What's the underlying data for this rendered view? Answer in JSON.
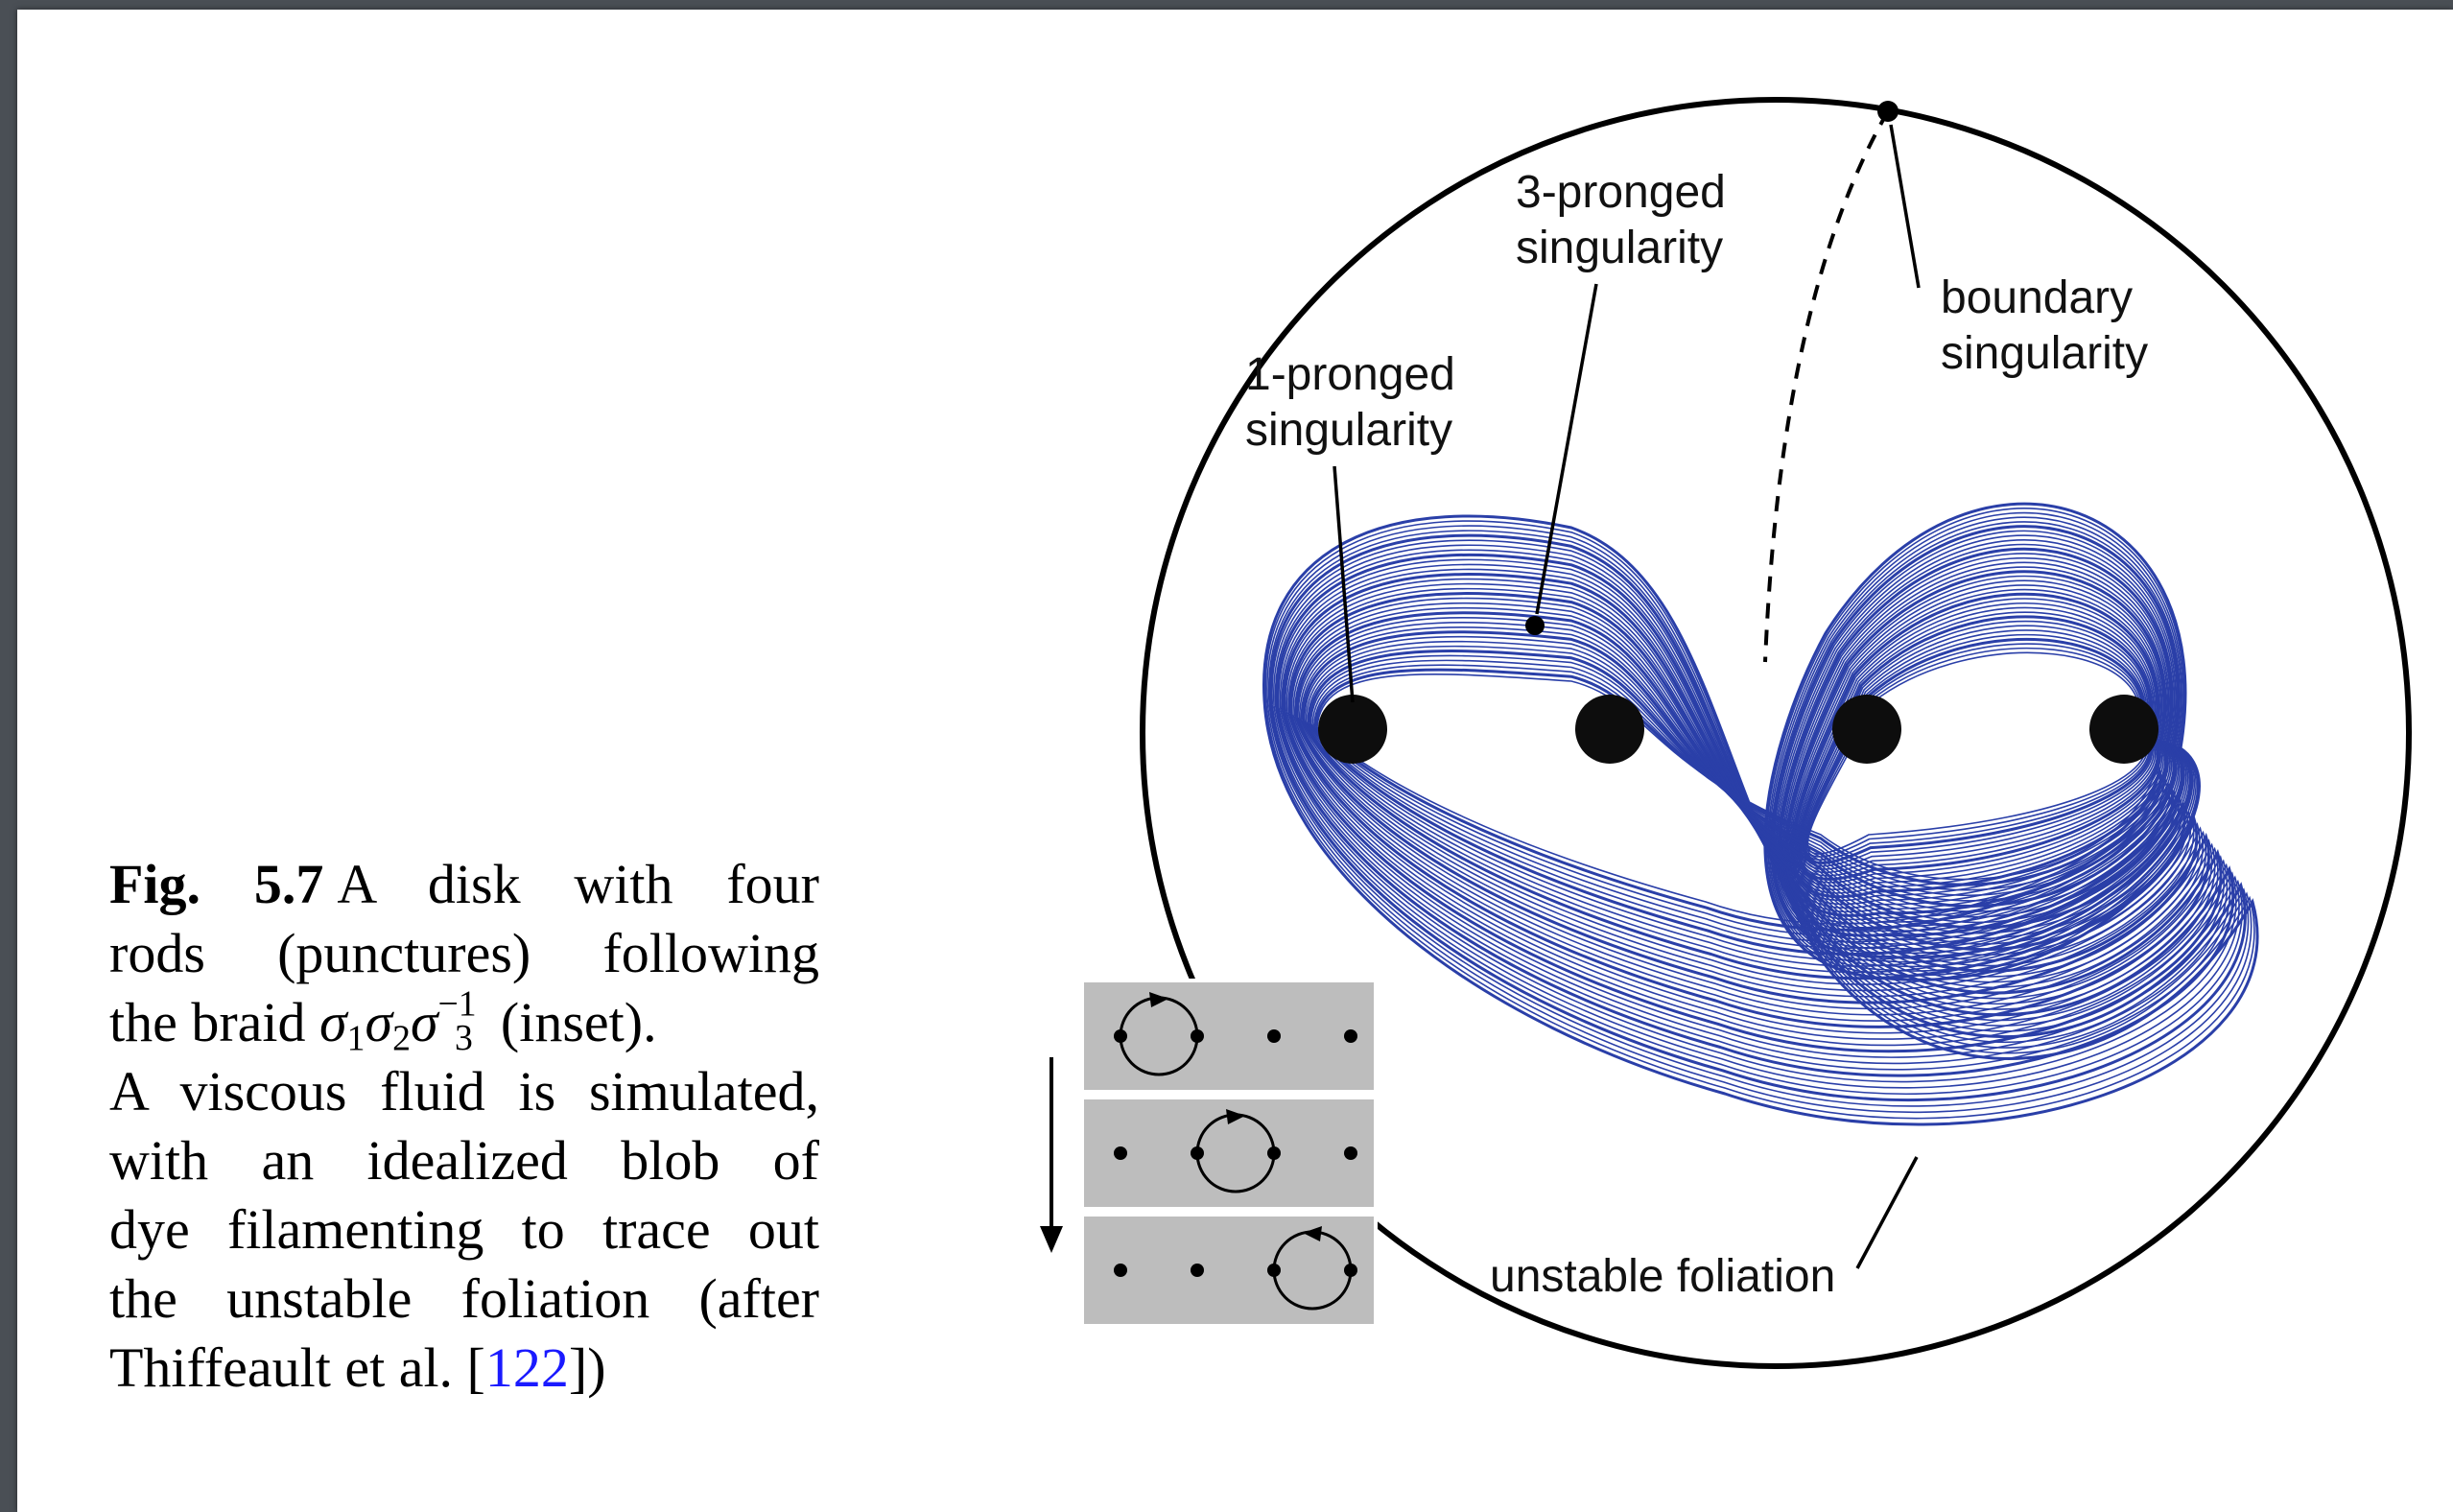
{
  "caption": {
    "fig_label": "Fig. 5.7",
    "line1_rest": "A disk with four",
    "line2": "rods (punctures) following",
    "line3_pre": "the braid",
    "braid": {
      "s1": "σ",
      "s1_sub": "1",
      "s2": "σ",
      "s2_sub": "2",
      "s3": "σ",
      "s3_sub": "3",
      "s3_sup": "−1"
    },
    "line3_post": "(inset).",
    "line4": "A viscous fluid is simulated,",
    "line5": "with an idealized blob of",
    "line6": "dye filamenting to trace out",
    "line7": "the unstable foliation (after",
    "line8_pre": "Thiffeault et al. [",
    "citation": "122",
    "line8_post": "])"
  },
  "figure": {
    "labels": {
      "three_pronged_line1": "3-pronged",
      "three_pronged_line2": "singularity",
      "one_pronged_line1": "1-pronged",
      "one_pronged_line2": "singularity",
      "boundary_line1": "boundary",
      "boundary_line2": "singularity",
      "unstable": "unstable foliation"
    },
    "colors": {
      "foliation": "#2a3fa8",
      "rod": "#0d0d0d",
      "inset_panel": "#bdbdbd"
    }
  }
}
